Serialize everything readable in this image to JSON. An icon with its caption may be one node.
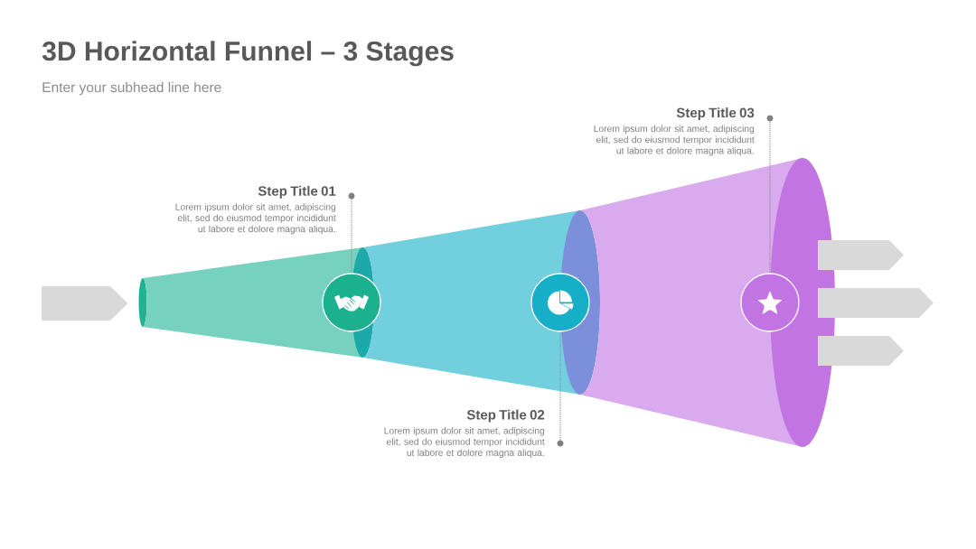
{
  "diagram": {
    "title": "3D Horizontal Funnel – 3 Stages",
    "nodes": [
      {
        "text": [
          "Step Title 01",
          "Lorem ipsum dolor sit amet, adipiscing elit, sed do eiusmod tempor incididunt ut labore et dolore magna aliqua."
        ]
      },
      {
        "text": [],
        "shape": "circle"
      },
      {
        "text": [],
        "shape": "circle"
      },
      {
        "text": [
          "Step Title 02",
          "Lorem ipsum dolor sit amet, adipiscing elit, sed do eiusmod tempor incididunt ut labore et dolore magna aliqua."
        ]
      },
      {
        "text": [],
        "shape": "circle"
      },
      {
        "text": [],
        "shape": "circle"
      },
      {
        "text": [
          "Step Title 03",
          "Lorem ipsum dolor sit amet, adipiscing elit, sed do eiusmod tempor incididunt ut labore et dolore magna aliqua."
        ]
      },
      {
        "text": [],
        "shape": "circle"
      },
      {
        "text": [],
        "shape": "circle"
      }
    ],
    "edges": [
      {
        "from": 1,
        "to": 2,
        "arrow": "none"
      },
      {
        "from": 5,
        "to": 4,
        "arrow": "none"
      },
      {
        "from": 7,
        "to": 8,
        "arrow": "none"
      }
    ],
    "labels": [
      "Enter your subhead line here"
    ]
  }
}
